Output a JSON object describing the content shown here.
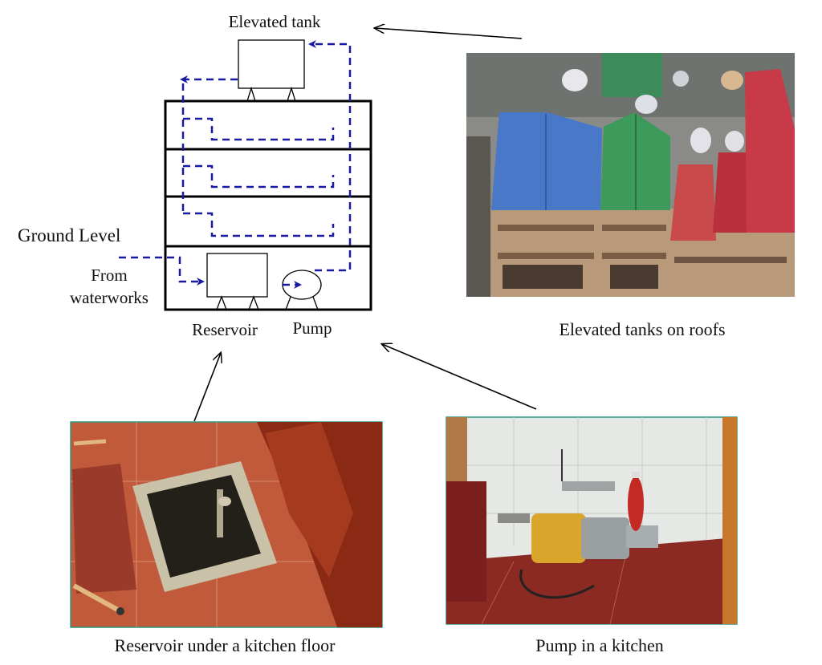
{
  "diagram": {
    "labels": {
      "elevated_tank": "Elevated tank",
      "ground_level": "Ground Level",
      "from_line1": "From",
      "from_line2": "waterworks",
      "reservoir": "Reservoir",
      "pump": "Pump"
    },
    "flow_color": "#1a1aa0",
    "line_color": "#000000"
  },
  "photos": [
    {
      "caption": "Elevated tanks on roofs"
    },
    {
      "caption": "Reservoir under a kitchen floor"
    },
    {
      "caption": "Pump in a kitchen"
    }
  ]
}
